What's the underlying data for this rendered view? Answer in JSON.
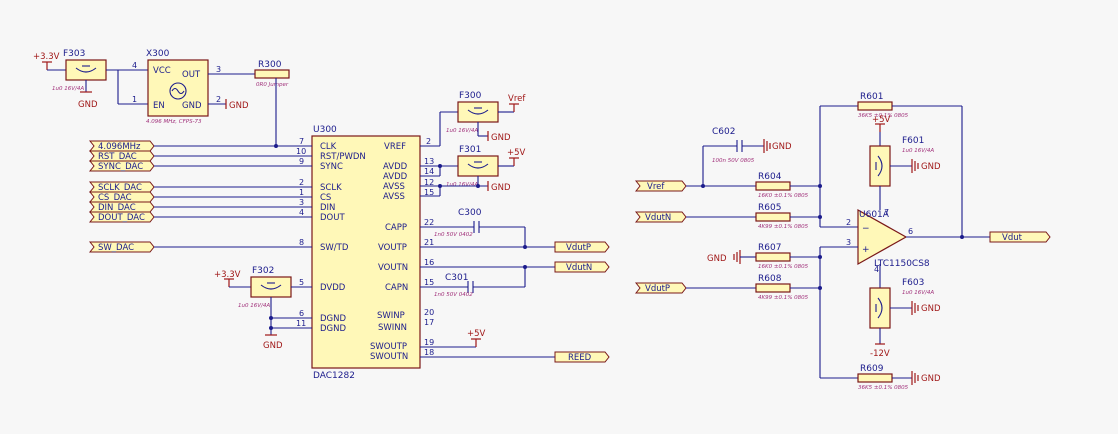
{
  "rails": {
    "p33": "+3.3V",
    "p5": "+5V",
    "m12": "-12V",
    "gnd": "GND"
  },
  "fuses": {
    "f303": {
      "ref": "F303",
      "value": "1u0 16V/4A"
    },
    "f300": {
      "ref": "F300",
      "value": "1u0 16V/4A"
    },
    "f301": {
      "ref": "F301",
      "value": "1u0 16V/4A"
    },
    "f302": {
      "ref": "F302",
      "value": "1u0 16V/4A"
    },
    "f601": {
      "ref": "F601",
      "value": "1u0 16V/4A"
    },
    "f603": {
      "ref": "F603",
      "value": "1u0 16V/4A"
    }
  },
  "oscillator": {
    "ref": "X300",
    "value": "4.096 MHz, CFPS-73",
    "pins": {
      "vcc": "VCC",
      "en": "EN",
      "out": "OUT",
      "gnd": "GND",
      "n4": "4",
      "n1": "1",
      "n3": "3",
      "n2": "2"
    }
  },
  "resistors": {
    "r300": {
      "ref": "R300",
      "value": "0R0 Jumper"
    },
    "r601": {
      "ref": "R601",
      "value": "36K5 ±0.1% 0805"
    },
    "r604": {
      "ref": "R604",
      "value": "16K0 ±0.1% 0805"
    },
    "r605": {
      "ref": "R605",
      "value": "4K99 ±0.1% 0805"
    },
    "r607": {
      "ref": "R607",
      "value": "16K0 ±0.1% 0805"
    },
    "r608": {
      "ref": "R608",
      "value": "4K99 ±0.1% 0805"
    },
    "r609": {
      "ref": "R609",
      "value": "36K5 ±0.1% 0805"
    }
  },
  "capacitors": {
    "c300": {
      "ref": "C300",
      "value": "1n0 50V 0402"
    },
    "c301": {
      "ref": "C301",
      "value": "1n0 50V 0402"
    },
    "c602": {
      "ref": "C602",
      "value": "100n 50V 0805"
    }
  },
  "dac": {
    "ref": "U300",
    "part": "DAC1282",
    "left_pins": [
      {
        "num": "7",
        "name": "CLK"
      },
      {
        "num": "10",
        "name": "RST/PWDN"
      },
      {
        "num": "9",
        "name": "SYNC"
      },
      {
        "num": "2",
        "name": "SCLK"
      },
      {
        "num": "1",
        "name": "CS"
      },
      {
        "num": "3",
        "name": "DIN"
      },
      {
        "num": "4",
        "name": "DOUT"
      },
      {
        "num": "8",
        "name": "SW/TD"
      },
      {
        "num": "5",
        "name": "DVDD"
      },
      {
        "num": "6",
        "name": "DGND"
      },
      {
        "num": "11",
        "name": "DGND"
      }
    ],
    "right_pins": [
      {
        "num": "2",
        "name": "VREF"
      },
      {
        "num": "13",
        "name": "AVDD"
      },
      {
        "num": "14",
        "name": "AVDD"
      },
      {
        "num": "12",
        "name": "AVSS"
      },
      {
        "num": "15",
        "name": "AVSS"
      },
      {
        "num": "22",
        "name": "CAPP"
      },
      {
        "num": "21",
        "name": "VOUTP"
      },
      {
        "num": "16",
        "name": "VOUTN"
      },
      {
        "num": "15",
        "name": "CAPN"
      },
      {
        "num": "20",
        "name": "SWINP"
      },
      {
        "num": "17",
        "name": "SWINN"
      },
      {
        "num": "19",
        "name": "SWOUTP"
      },
      {
        "num": "18",
        "name": "SWOUTN"
      }
    ]
  },
  "opamp": {
    "ref": "U601A",
    "part": "LTC1150CS8",
    "pins": {
      "inn": "2",
      "inp": "3",
      "out": "6",
      "vp": "7",
      "vn": "4"
    },
    "signs": {
      "minus": "−",
      "plus": "+"
    }
  },
  "nets": {
    "clk": "4.096MHz",
    "rst": "RST_DAC",
    "sync": "SYNC_DAC",
    "sclk": "SCLK_DAC",
    "cs": "CS_DAC",
    "din": "DIN_DAC",
    "dout": "DOUT_DAC",
    "sw": "SW_DAC",
    "vref_in": "Vref",
    "vrefout": "Vref",
    "voutp": "VdutP",
    "voutn": "VdutN",
    "reed": "REED",
    "vdutn_in": "VdutN",
    "vdutp_in": "VdutP",
    "vdut": "Vdut"
  }
}
